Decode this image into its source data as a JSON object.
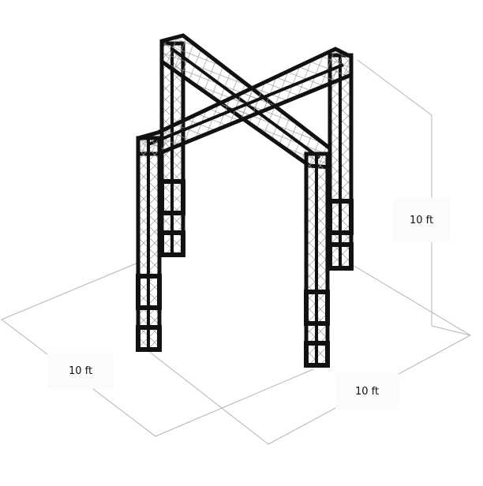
{
  "diagram": {
    "title": "Truss structure isometric drawing",
    "structure": "4-leg box truss with two crossing overhead beams",
    "colors": {
      "truss": "#111111",
      "truss_web": "#9a9a9a",
      "dimension_line": "#b4b4b4",
      "label_bg": "#fbfbfb",
      "background": "#ffffff"
    },
    "dimensions": {
      "height": {
        "label": "10 ft"
      },
      "depth": {
        "label": "10 ft"
      },
      "width": {
        "label": "10 ft"
      }
    }
  }
}
